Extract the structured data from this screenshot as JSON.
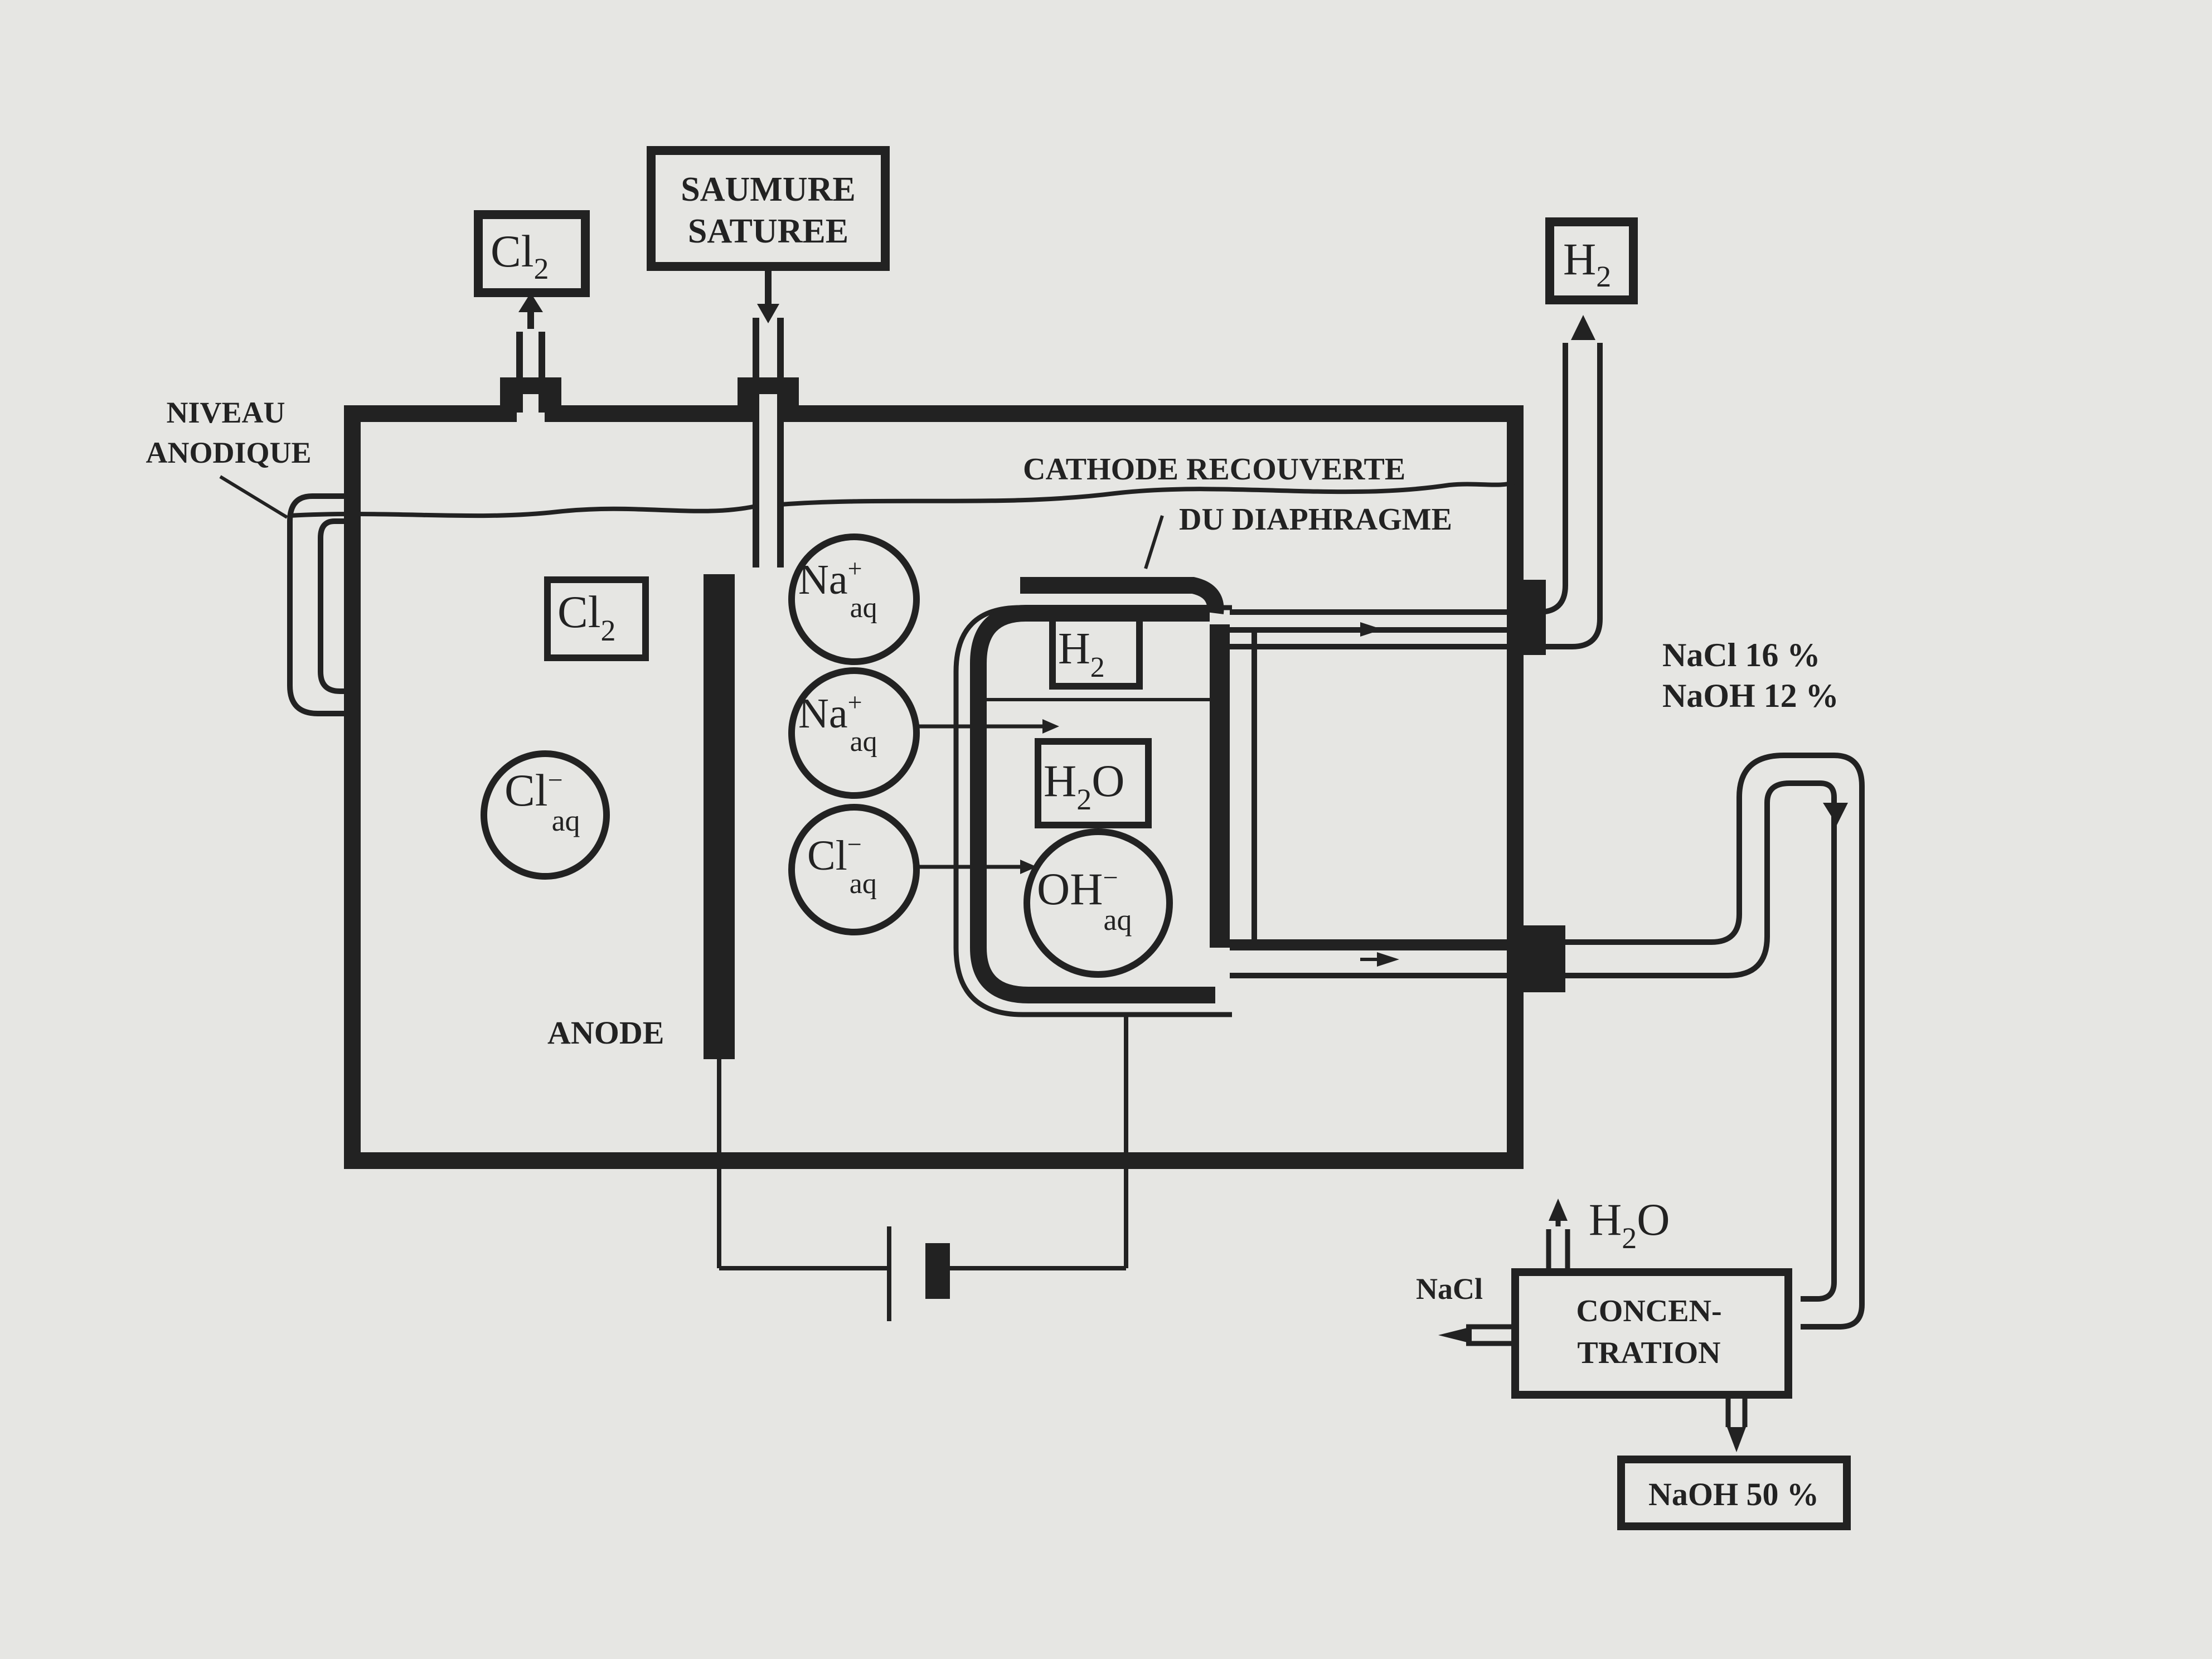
{
  "colors": {
    "paper": "#e6e6e3",
    "ink": "#222222"
  },
  "labels": {
    "cl2_out_main": "Cl",
    "cl2_out_sub": "2",
    "saumure_line1": "SAUMURE",
    "saumure_line2": "SATUREE",
    "h2_out_main": "H",
    "h2_out_sub": "2",
    "niveau_line1": "NIVEAU",
    "niveau_line2": "ANODIQUE",
    "cathode_line1": "CATHODE RECOUVERTE",
    "cathode_line2": "DU DIAPHRAGME",
    "anode": "ANODE",
    "cl2_inner_main": "Cl",
    "cl2_inner_sub": "2",
    "h2_inner_main": "H",
    "h2_inner_sub": "2",
    "h2o_inner_main": "H",
    "h2o_inner_sub": "2",
    "h2o_inner_tail": "O",
    "nacl_pct": "NaCl  16 %",
    "naoh_pct": "NaOH 12 %",
    "h2o_vap_main": "H",
    "h2o_vap_sub": "2",
    "h2o_vap_tail": "O",
    "nacl_out": "NaCl",
    "concentration_line1": "CONCEN-",
    "concentration_line2": "TRATION",
    "naoh_50": "NaOH 50 %"
  },
  "ions": {
    "na1_main": "Na",
    "na1_sup": "+",
    "na1_sub": "aq",
    "na2_main": "Na",
    "na2_sup": "+",
    "na2_sub": "aq",
    "cl1_main": "Cl",
    "cl1_sup": "−",
    "cl1_sub": "aq",
    "cl2_main": "Cl",
    "cl2_sup": "−",
    "cl2_sub": "aq",
    "oh_main": "OH",
    "oh_sup": "−",
    "oh_sub": "aq"
  }
}
